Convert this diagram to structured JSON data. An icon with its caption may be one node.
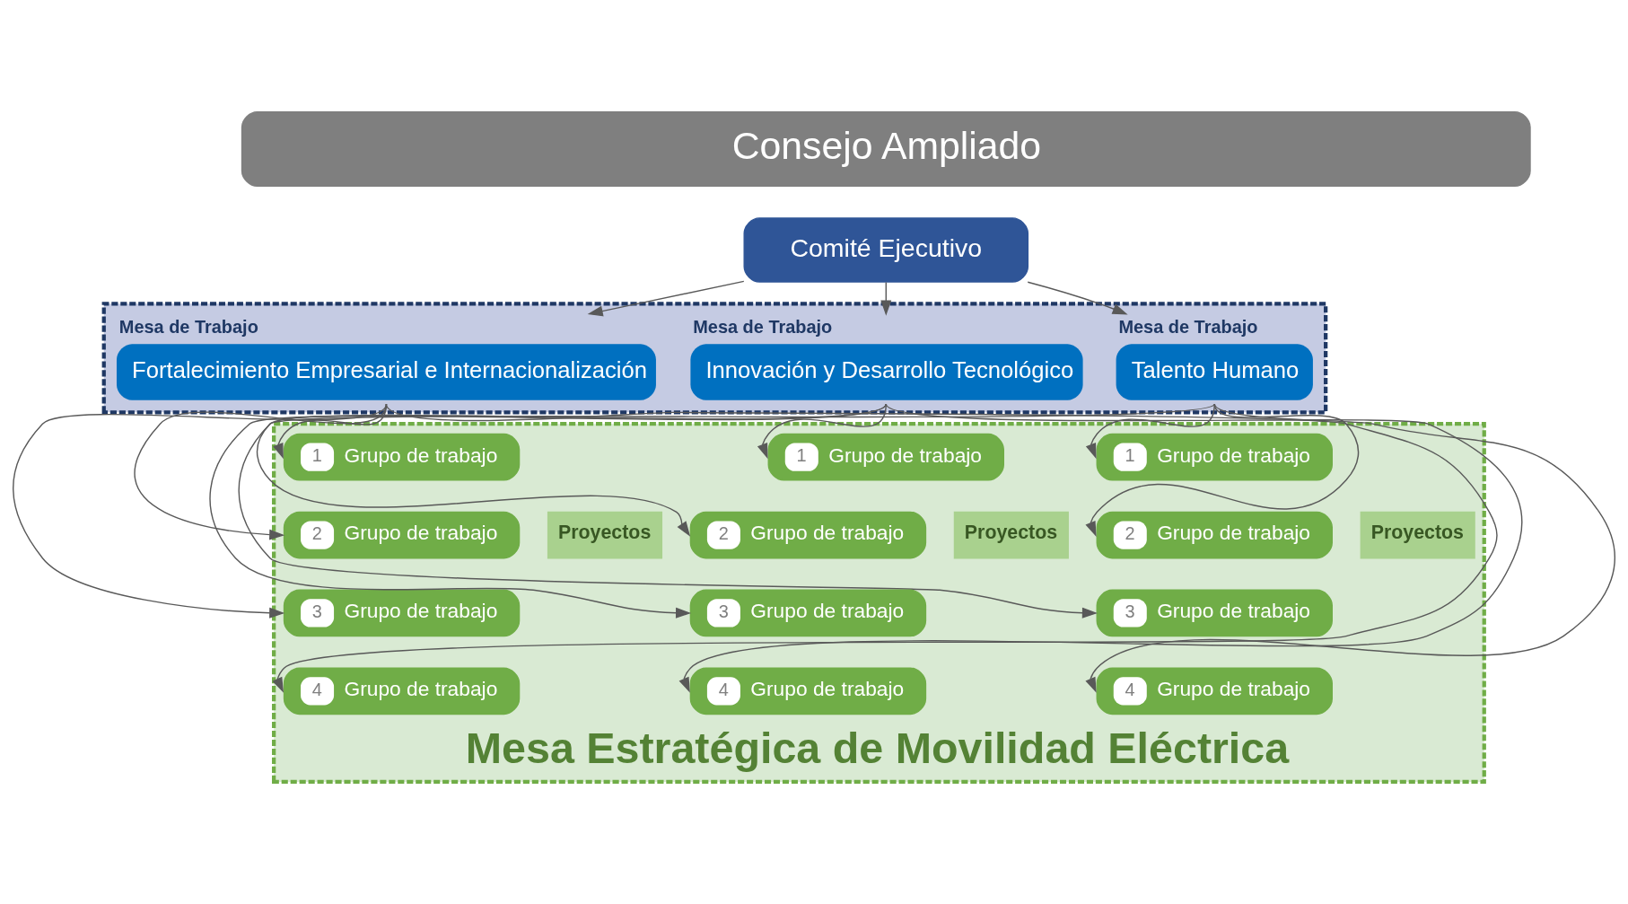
{
  "diagram": {
    "nodes": [
      {
        "text": [
          "Consejo Ampliado"
        ]
      },
      {
        "text": [
          "Comité Ejecutivo"
        ]
      },
      {
        "text": [],
        "shape": "box"
      },
      {
        "text": [
          "Mesa de Trabajo",
          "Talento Humano"
        ],
        "in": 2
      },
      {
        "text": [
          "Mesa de Trabajo",
          "Fortalecimiento Empresarial e Internacionalización"
        ],
        "in": 2
      },
      {
        "text": [
          "Mesa de Trabajo",
          "Innovación y Desarrollo Tecnológico"
        ],
        "in": 2
      },
      {
        "text": [
          "Mesa Estratégica de Movilidad Eléctrica"
        ]
      },
      {
        "text": [
          "1",
          "Grupo de trabajo"
        ],
        "in": 6
      },
      {
        "text": [
          "2",
          "Grupo de trabajo"
        ],
        "in": 6
      },
      {
        "text": [
          "3",
          "Grupo de trabajo"
        ],
        "in": 6
      },
      {
        "text": [
          "4",
          "Grupo de trabajo"
        ],
        "in": 6
      },
      {
        "text": [
          "Proyectos"
        ],
        "in": 6
      },
      {
        "text": [
          "1",
          "Grupo de trabajo"
        ],
        "in": 6
      },
      {
        "text": [
          "2",
          "Grupo de trabajo"
        ],
        "in": 6
      },
      {
        "text": [
          "3",
          "Grupo de trabajo"
        ],
        "in": 6
      },
      {
        "text": [
          "4",
          "Grupo de trabajo"
        ],
        "in": 6
      },
      {
        "text": [
          "Proyectos"
        ],
        "in": 6
      },
      {
        "text": [
          "1",
          "Grupo de trabajo"
        ],
        "in": 6
      },
      {
        "text": [
          "2",
          "Grupo de trabajo"
        ],
        "in": 6
      },
      {
        "text": [
          "3",
          "Grupo de trabajo"
        ],
        "in": 6
      },
      {
        "text": [
          "4",
          "Grupo de trabajo"
        ],
        "in": 6
      },
      {
        "text": [
          "Proyectos"
        ],
        "in": 6
      }
    ],
    "edges": [
      {
        "from": 1,
        "to": 3,
        "arrow": "to"
      },
      {
        "from": 1,
        "to": 4,
        "arrow": "to"
      },
      {
        "from": 1,
        "to": 5,
        "arrow": "to"
      },
      {
        "from": 3,
        "to": 7,
        "arrow": "to"
      },
      {
        "from": 3,
        "to": 8,
        "arrow": "to"
      },
      {
        "from": 3,
        "to": 9,
        "arrow": "to"
      },
      {
        "from": 3,
        "to": 10,
        "arrow": "to"
      },
      {
        "from": 4,
        "to": 12,
        "arrow": "to"
      },
      {
        "from": 4,
        "to": 13,
        "arrow": "to"
      },
      {
        "from": 4,
        "to": 14,
        "arrow": "to"
      },
      {
        "from": 4,
        "to": 15,
        "arrow": "to"
      },
      {
        "from": 5,
        "to": 17,
        "arrow": "to"
      },
      {
        "from": 5,
        "to": 18,
        "arrow": "to"
      },
      {
        "from": 5,
        "to": 19,
        "arrow": "to"
      },
      {
        "from": 5,
        "to": 20,
        "arrow": "to"
      }
    ]
  }
}
